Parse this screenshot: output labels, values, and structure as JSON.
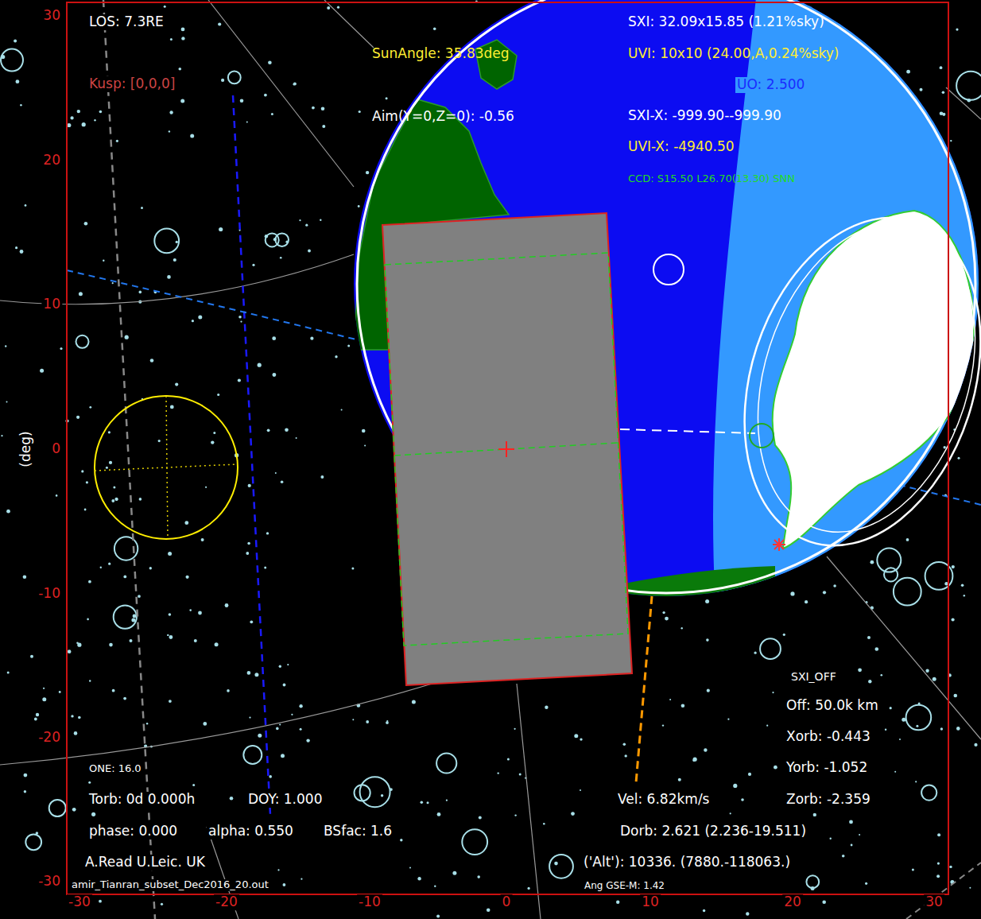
{
  "diagram": {
    "labels": [
      "LOS: 7.3RE",
      "Kusp: [0,0,0]",
      "SunAngle: 35.83deg",
      "Aim(Y=0,Z=0): -0.56",
      "SXI: 32.09x15.85 (1.21%sky)",
      "UVI: 10x10 (24.00,A,0.24%sky)",
      "UO: 2.500",
      "SXI-X: -999.90--999.90",
      "UVI-X: -4940.50",
      "CCD: S15.50 L26.70(13.30) SNN",
      "SXI_OFF",
      "Off: 50.0k km",
      "Xorb: -0.443",
      "Yorb: -1.052",
      "Zorb: -2.359",
      "ONE: 16.0",
      "Torb: 0d 0.000h",
      "DOY: 1.000",
      "phase: 0.000",
      "alpha: 0.550",
      "BSfac: 1.6",
      "A.Read U.Leic. UK",
      "amir_Tianran_subset_Dec2016_20.out",
      "Vel: 6.82km/s",
      "Dorb: 2.621 (2.236-19.511)",
      "('Alt'): 10336. (7880.-118063.)",
      "Ang GSE-M: 1.42",
      "(deg)",
      "30",
      "20",
      "10",
      "0",
      "-10",
      "-20",
      "-30",
      "-30",
      "-20",
      "-10",
      "0",
      "10",
      "20",
      "30"
    ]
  }
}
